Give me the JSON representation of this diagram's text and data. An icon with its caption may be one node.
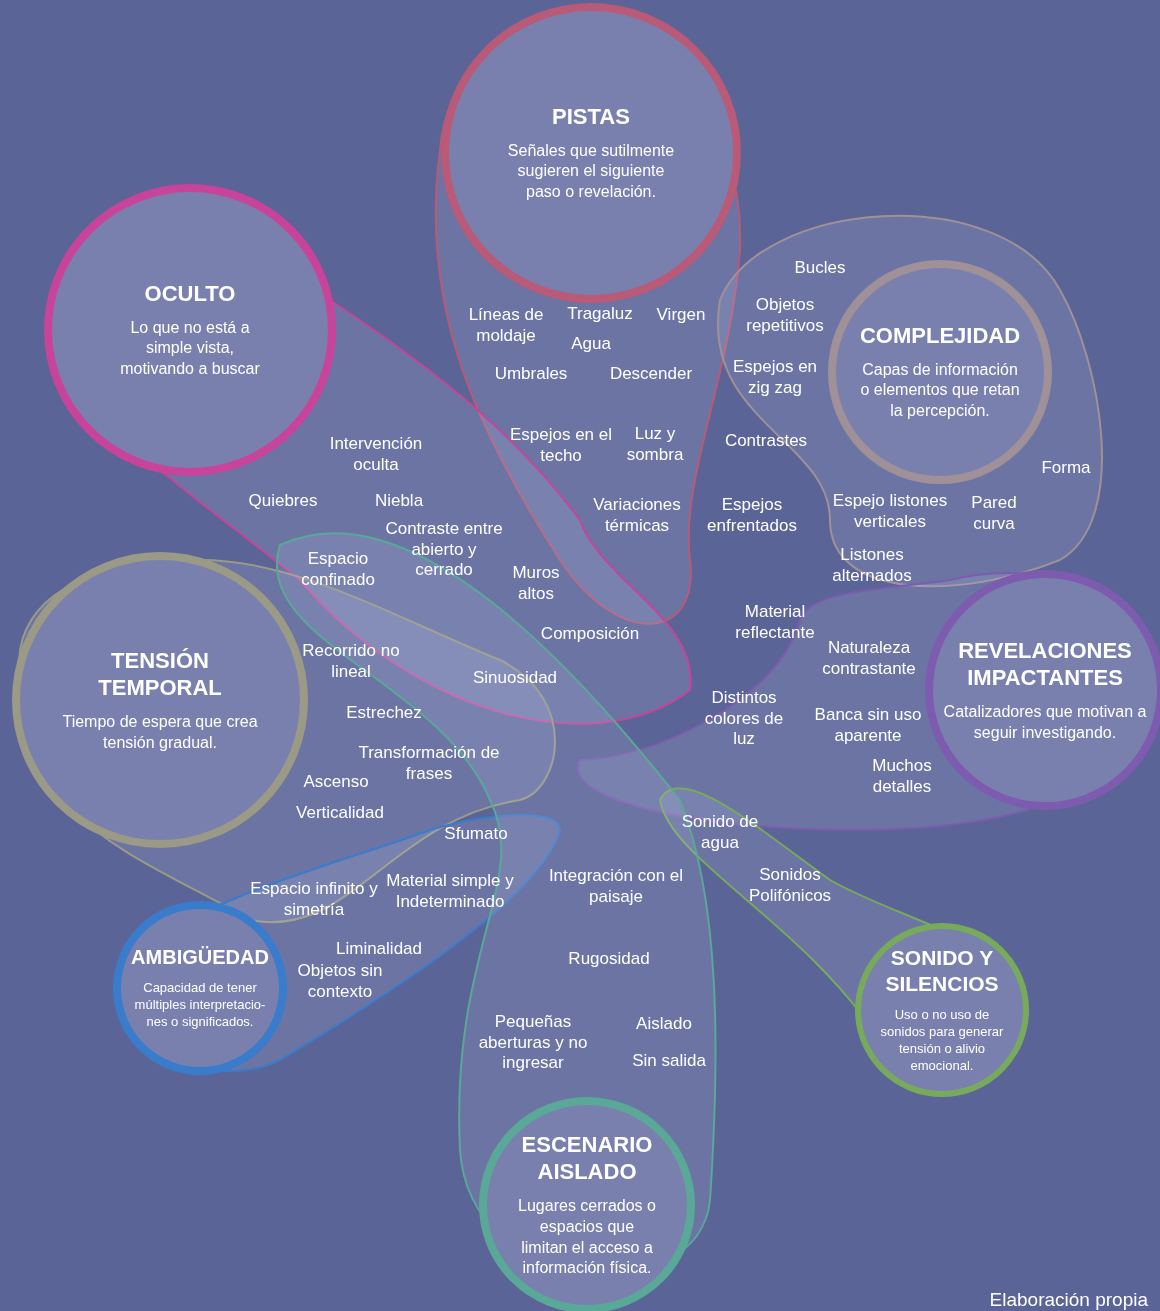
{
  "diagram": {
    "caption": "Elaboración propia",
    "nodes": [
      {
        "text": [
          "PISTAS",
          "Señales que sutilmente sugieren el siguiente paso o revelación."
        ]
      },
      {
        "text": [
          "OCULTO",
          "Lo que no está a simple vista, motivando a buscar"
        ]
      },
      {
        "text": [
          "COMPLEJIDAD",
          "Capas de información o elementos que retan la percepción."
        ]
      },
      {
        "text": [
          "TENSIÓN TEMPORAL",
          "Tiempo de espera que crea tensión gradual."
        ]
      },
      {
        "text": [
          "REVELACIONES IMPACTANTES",
          "Catalizadores que motivan a seguir investigando."
        ]
      },
      {
        "text": [
          "AMBIGÜEDAD",
          "Capacidad de tener múltiples interpretacio- nes o significados."
        ]
      },
      {
        "text": [
          "SONIDO Y SILENCIOS",
          "Uso o no uso de sonidos para generar tensión o alivio emocional."
        ]
      },
      {
        "text": [
          "ESCENARIO AISLADO",
          "Lugares cerrados o espacios que limitan el acceso a información física."
        ]
      }
    ],
    "labels": [
      "Bucles",
      "Líneas de moldaje",
      "Tragaluz",
      "Virgen",
      "Objetos repetitivos",
      "Agua",
      "Umbrales",
      "Descender",
      "Espejos en zig zag",
      "Intervención oculta",
      "Espejos en el techo",
      "Luz y sombra",
      "Contrastes",
      "Forma",
      "Quiebres",
      "Niebla",
      "Variaciones térmicas",
      "Espejos enfrentados",
      "Espejo listones verticales",
      "Pared curva",
      "Contraste entre abierto y cerrado",
      "Espacio confinado",
      "Muros altos",
      "Listones alternados",
      "Material reflectante",
      "Composición",
      "Recorrido no lineal",
      "Naturaleza contrastante",
      "Sinuosidad",
      "Distintos colores de luz",
      "Estrechez",
      "Banca sin uso aparente",
      "Transformación de frases",
      "Ascenso",
      "Muchos detalles",
      "Verticalidad",
      "Sfumato",
      "Sonido de agua",
      "Espacio infinito y simetría",
      "Material simple y Indeterminado",
      "Integración con el paisaje",
      "Sonidos Polifónicos",
      "Liminalidad",
      "Rugosidad",
      "Objetos sin contexto",
      "Pequeñas aberturas y no ingresar",
      "Aislado",
      "Sin salida"
    ]
  }
}
